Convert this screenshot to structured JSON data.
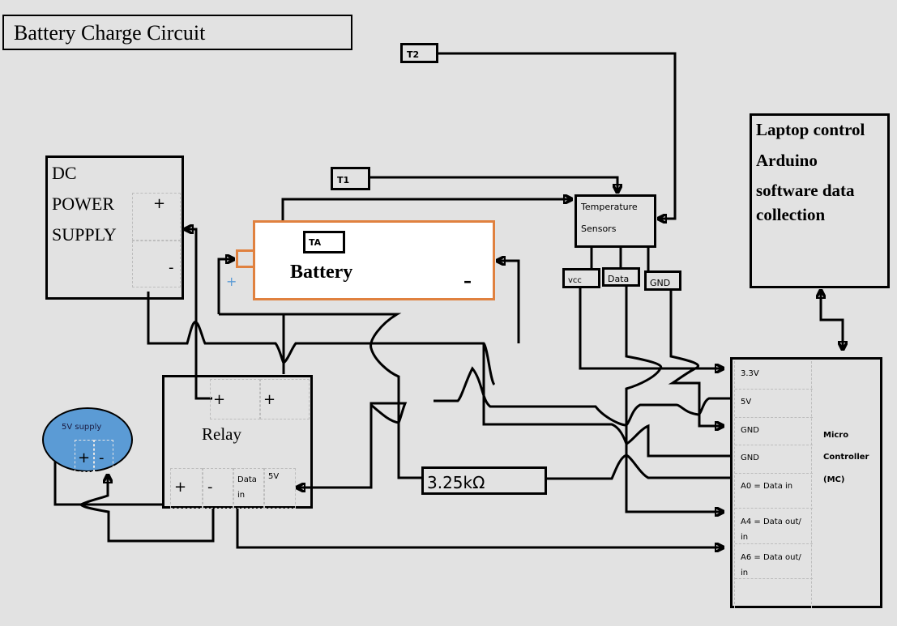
{
  "title": "Battery Charge Circuit",
  "colors": {
    "background": "#e2e2e2",
    "battery_border": "#e0813f",
    "battery_fill": "#ffffff",
    "supply_ellipse": "#5b9bd5",
    "plus_terminal": "#5b9bd5"
  },
  "dc_power_supply": {
    "label_lines": [
      "DC",
      "POWER",
      "SUPPLY"
    ],
    "plus": "+",
    "minus": "-"
  },
  "battery": {
    "label": "Battery",
    "plus": "+",
    "minus": "–",
    "sensor_tag": "TA"
  },
  "sensor_tags": {
    "t1": "T1",
    "t2": "T2"
  },
  "temperature_sensors": {
    "line1": "Temperature",
    "line2": "Sensors",
    "pins": [
      "vcc",
      "Data",
      "GND"
    ]
  },
  "laptop": {
    "lines": [
      "Laptop control",
      "Arduino",
      "software data",
      "collection"
    ]
  },
  "relay": {
    "label": "Relay",
    "top_pins": [
      "+",
      "+"
    ],
    "bottom_pins": [
      "+",
      "-",
      "Data in",
      "5V"
    ]
  },
  "supply_5v": {
    "label": "5V supply",
    "plus": "+",
    "minus": "-"
  },
  "resistor": {
    "label": "3.25kΩ"
  },
  "microcontroller": {
    "title_lines": [
      "Micro",
      "Controller",
      "(MC)"
    ],
    "pins": [
      "3.3V",
      "5V",
      "GND",
      "GND",
      "A0 = Data in",
      "A4 = Data out/ in",
      "A6 = Data out/ in"
    ]
  }
}
